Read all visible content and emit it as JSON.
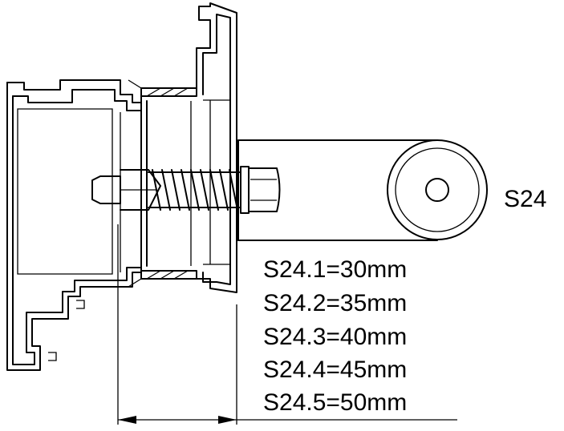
{
  "product_label": "S24",
  "variants": [
    "S24.1=30mm",
    "S24.2=35mm",
    "S24.3=40mm",
    "S24.4=45mm",
    "S24.5=50mm"
  ]
}
